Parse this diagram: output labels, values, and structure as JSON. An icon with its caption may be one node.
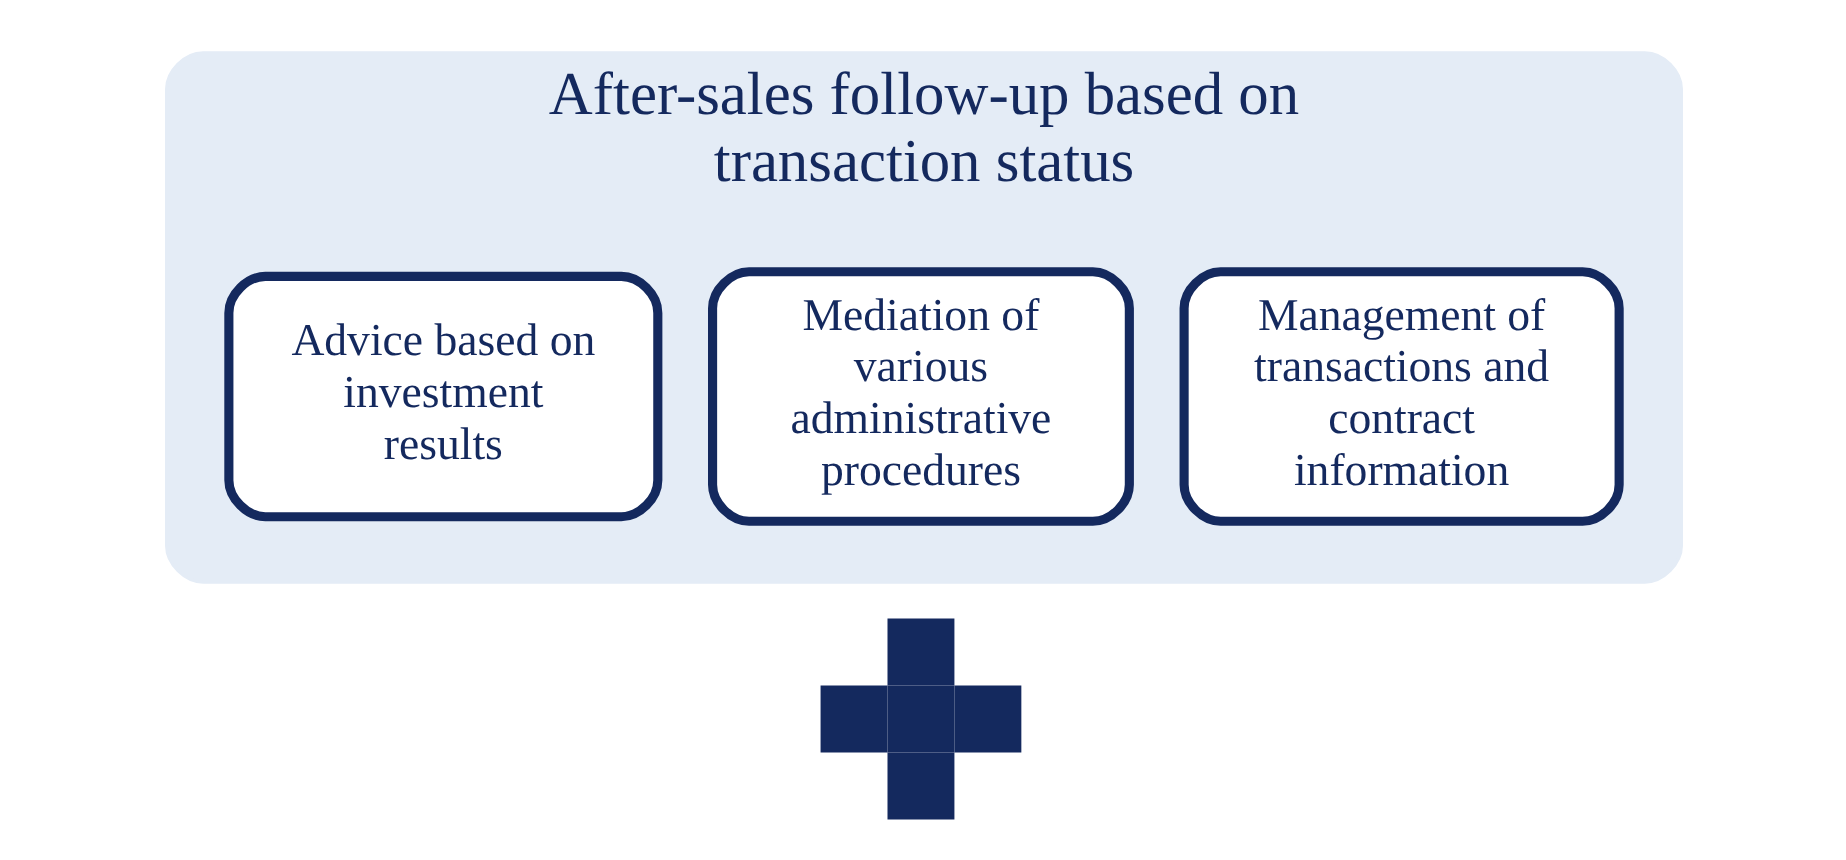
{
  "diagram": {
    "nodes": [
      {
        "text": [
          "After-sales follow-up based on transaction status"
        ]
      },
      {
        "text": [
          "Management of transactions and contract information"
        ],
        "in": 0
      },
      {
        "text": [
          "Mediation of various administrative procedures"
        ],
        "in": 0
      },
      {
        "text": [
          "Advice based on investment results"
        ],
        "in": 0
      },
      {
        "text": [],
        "shape": "plus"
      }
    ],
    "edges": []
  }
}
